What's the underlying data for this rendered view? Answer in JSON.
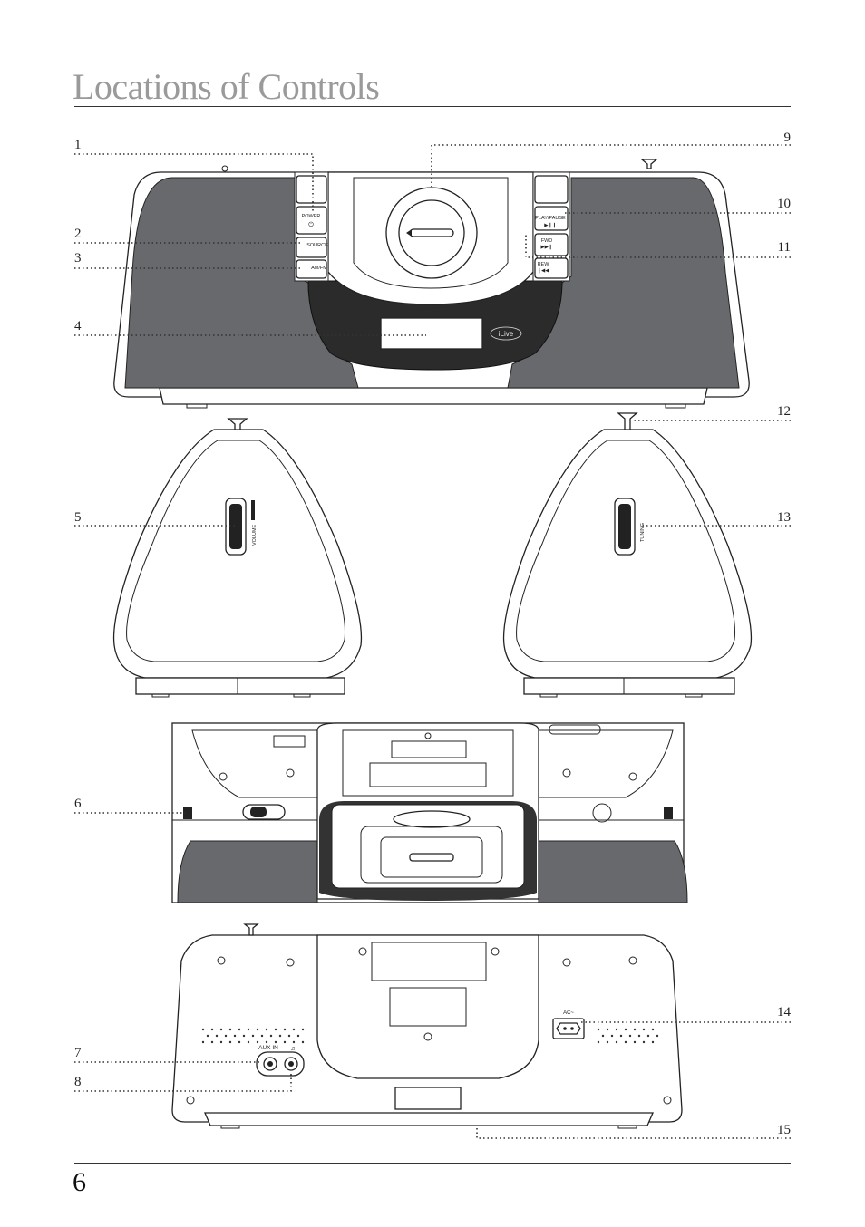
{
  "page": {
    "title": "Locations of Controls",
    "page_number": "6"
  },
  "callouts": [
    "1",
    "2",
    "3",
    "4",
    "5",
    "6",
    "7",
    "8",
    "9",
    "10",
    "11",
    "12",
    "13",
    "14",
    "15"
  ],
  "device_labels": {
    "power": "POWER",
    "source": "SOURCE",
    "am_fm": "AM/FM",
    "play_pause": "PLAY/PAUSE",
    "fwd": "FWD",
    "rew": "REW",
    "brand": "iLive",
    "volume": "VOLUME",
    "tuning": "TUNING",
    "aux_in": "AUX IN",
    "ac": "AC~"
  }
}
